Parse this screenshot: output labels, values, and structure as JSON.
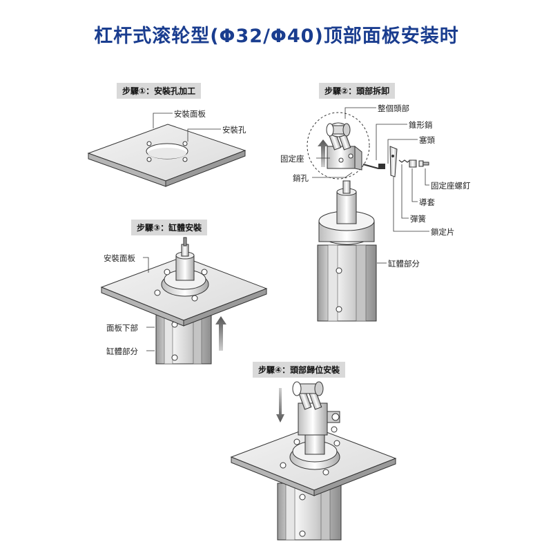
{
  "title": "杠杆式滚轮型(Φ32/Φ40)顶部面板安装时",
  "step1": {
    "label": "步驟①：安裝孔加工",
    "parts": {
      "panel": "安裝面板",
      "hole": "安裝孔"
    }
  },
  "step2": {
    "label": "步驟②：頭部拆卸",
    "parts": {
      "head": "整個頭部",
      "taper_pin": "錐形銷",
      "plug": "塞頭",
      "fixed_seat": "固定座",
      "pin_hole": "銷孔",
      "seat_screw": "固定座螺釘",
      "guide_sleeve": "導套",
      "spring": "彈簧",
      "lock_plate": "鎖定片",
      "cylinder": "缸體部分"
    }
  },
  "step3": {
    "label": "步驟③：缸體安裝",
    "parts": {
      "panel": "安裝面板",
      "panel_bottom": "面板下部",
      "cylinder": "缸體部分"
    }
  },
  "step4": {
    "label": "步驟④：頭部歸位安裝"
  }
}
